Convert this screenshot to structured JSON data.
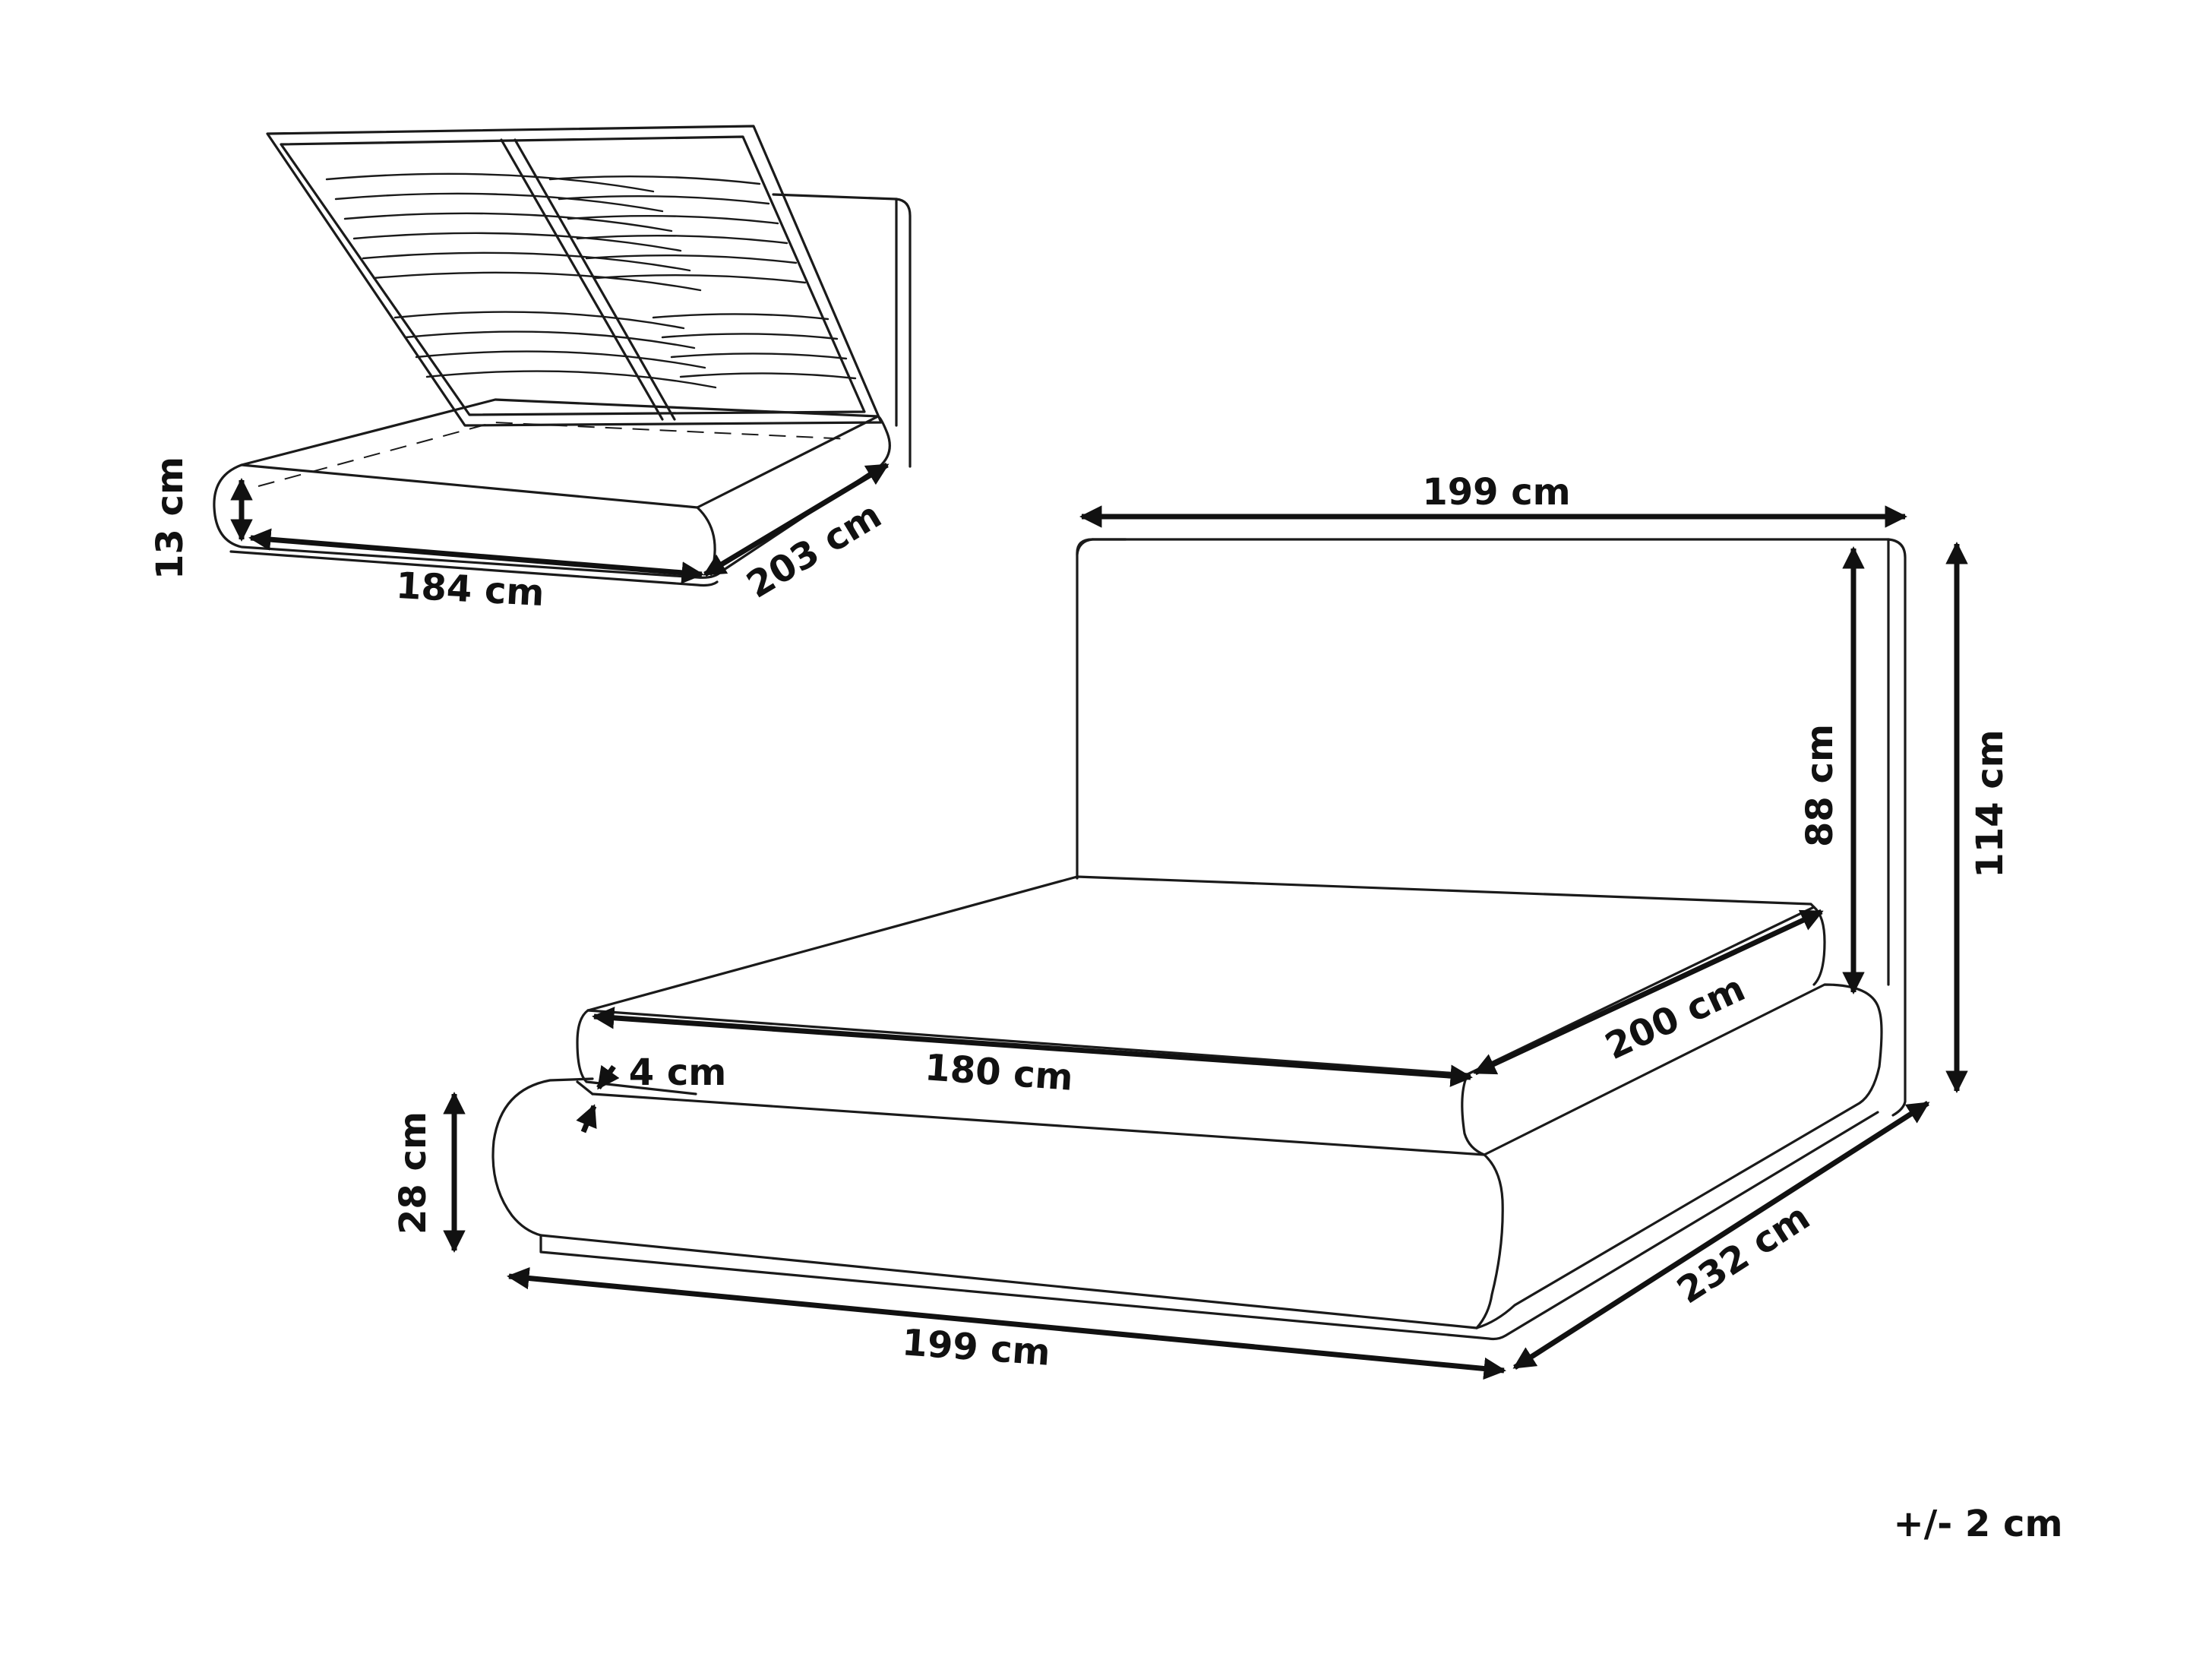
{
  "colors": {
    "ink": "#111111",
    "background": "#ffffff"
  },
  "storage_view": {
    "dimensions": {
      "height": "13 cm",
      "width": "184 cm",
      "length": "203 cm"
    }
  },
  "bed_view": {
    "dimensions": {
      "headboard_width": "199 cm",
      "headboard_height": "88 cm",
      "total_height": "114 cm",
      "mattress_width": "180 cm",
      "mattress_length": "200 cm",
      "frame_lip": "4 cm",
      "frame_height": "28 cm",
      "total_width": "199 cm",
      "total_length": "232 cm"
    }
  },
  "tolerance": "+/- 2 cm"
}
